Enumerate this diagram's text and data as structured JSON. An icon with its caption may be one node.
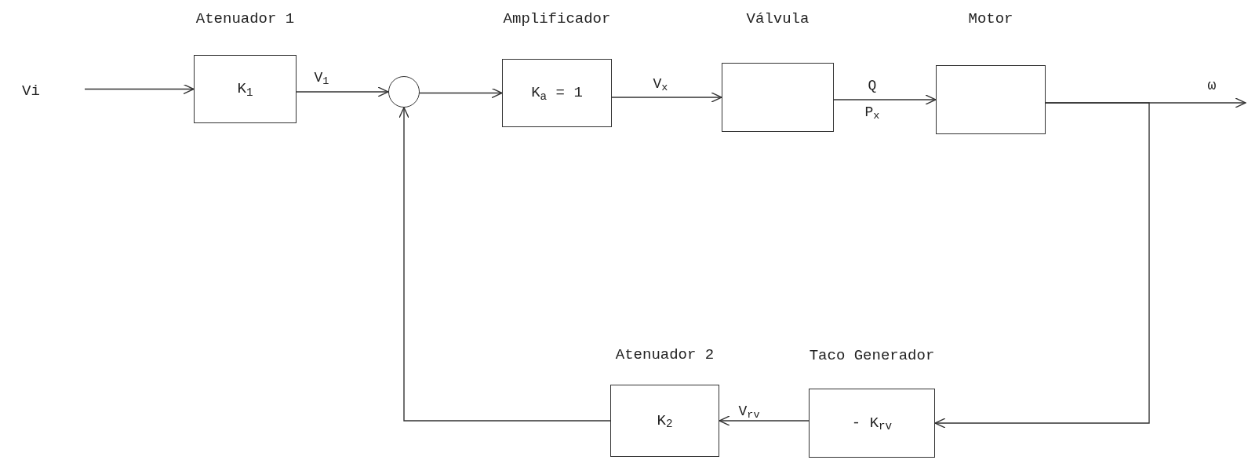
{
  "diagram": {
    "nodes": [
      {
        "text": [
          "Vi"
        ]
      },
      {
        "text": [
          "Atenuador 1",
          "K$_{1}$"
        ]
      },
      {
        "text": [],
        "shape": "circle"
      },
      {
        "text": [
          "Amplificador",
          "K$_{a}$ = 1"
        ]
      },
      {
        "text": [
          "Válvula"
        ]
      },
      {
        "text": [
          "Motor"
        ]
      },
      {
        "text": [
          "Atenuador 2",
          "K$_{2}$"
        ]
      },
      {
        "text": [
          "Taco Generador",
          "- K$_{rv}$"
        ]
      }
    ],
    "edges": [
      {
        "from": 0,
        "to": 1,
        "arrow": "to"
      },
      {
        "from": 1,
        "to": 2,
        "arrow": "to",
        "label": "V$_{1}$"
      },
      {
        "from": 2,
        "to": 3,
        "arrow": "to"
      },
      {
        "from": 3,
        "to": 4,
        "arrow": "to",
        "label": "V$_{x}$"
      },
      {
        "from": 4,
        "to": 5,
        "arrow": "to",
        "label": "Q"
      },
      {
        "from": 5,
        "to": null,
        "arrow": "to",
        "label": "ω"
      },
      {
        "from": 5,
        "to": 7,
        "arrow": "to"
      },
      {
        "from": 7,
        "to": 6,
        "arrow": "to",
        "label": "V$_{rv}$"
      },
      {
        "from": 6,
        "to": 2,
        "arrow": "to"
      }
    ],
    "labels": [
      "P$_{x}$"
    ]
  }
}
